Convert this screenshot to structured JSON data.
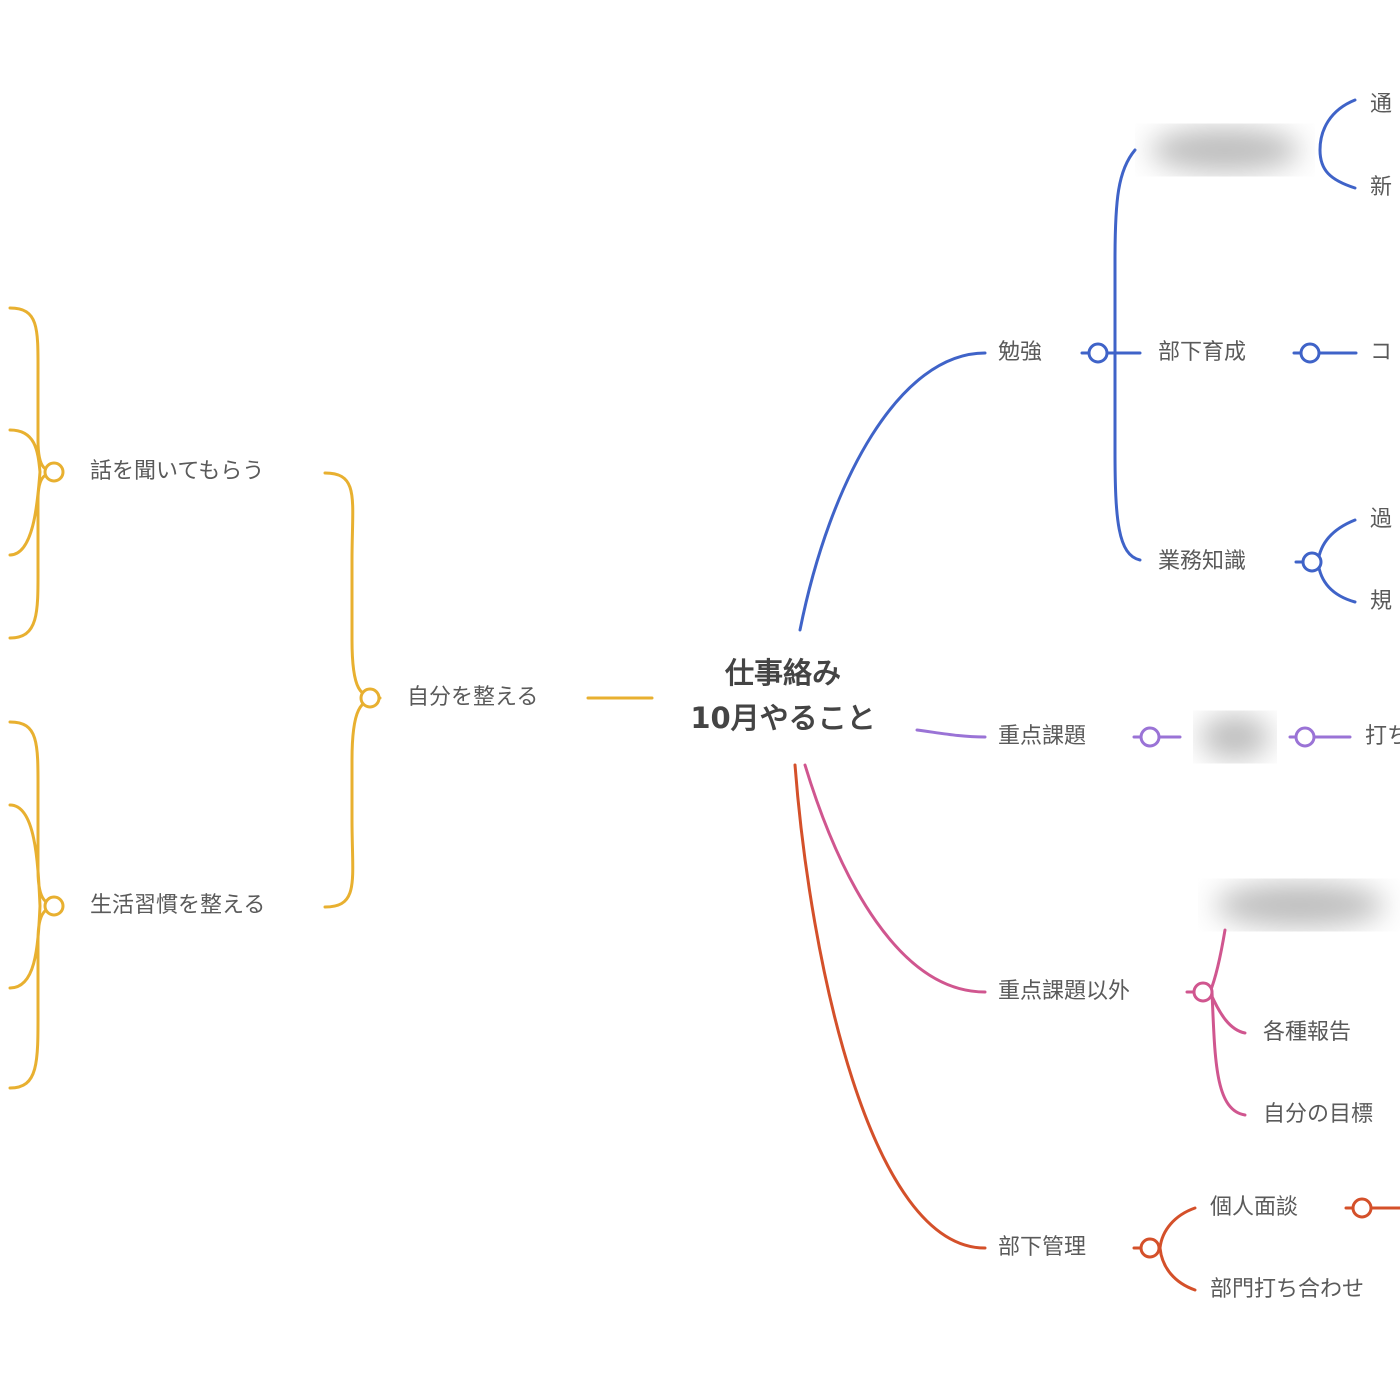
{
  "root": {
    "line1": "仕事絡み",
    "line2": "10月やること"
  },
  "colors": {
    "self": "#e8b030",
    "study": "#3f63c8",
    "priority": "#9a73d6",
    "other": "#d0568f",
    "management": "#d4502a"
  },
  "left": {
    "branch": "自分を整える",
    "children": [
      "話を聞いてもらう",
      "生活習慣を整える"
    ]
  },
  "study": {
    "label": "勉強",
    "children": {
      "subordinate_training": "部下育成",
      "subordinate_training_child": "コ",
      "business_knowledge": "業務知識",
      "business_knowledge_children": [
        "過",
        "規"
      ],
      "blurred_children": [
        "通",
        "新"
      ]
    }
  },
  "priority": {
    "label": "重点課題",
    "child": "打ち"
  },
  "other": {
    "label": "重点課題以外",
    "children": [
      "各種報告",
      "自分の目標"
    ]
  },
  "management": {
    "label": "部下管理",
    "children": [
      "個人面談",
      "部門打ち合わせ"
    ]
  }
}
